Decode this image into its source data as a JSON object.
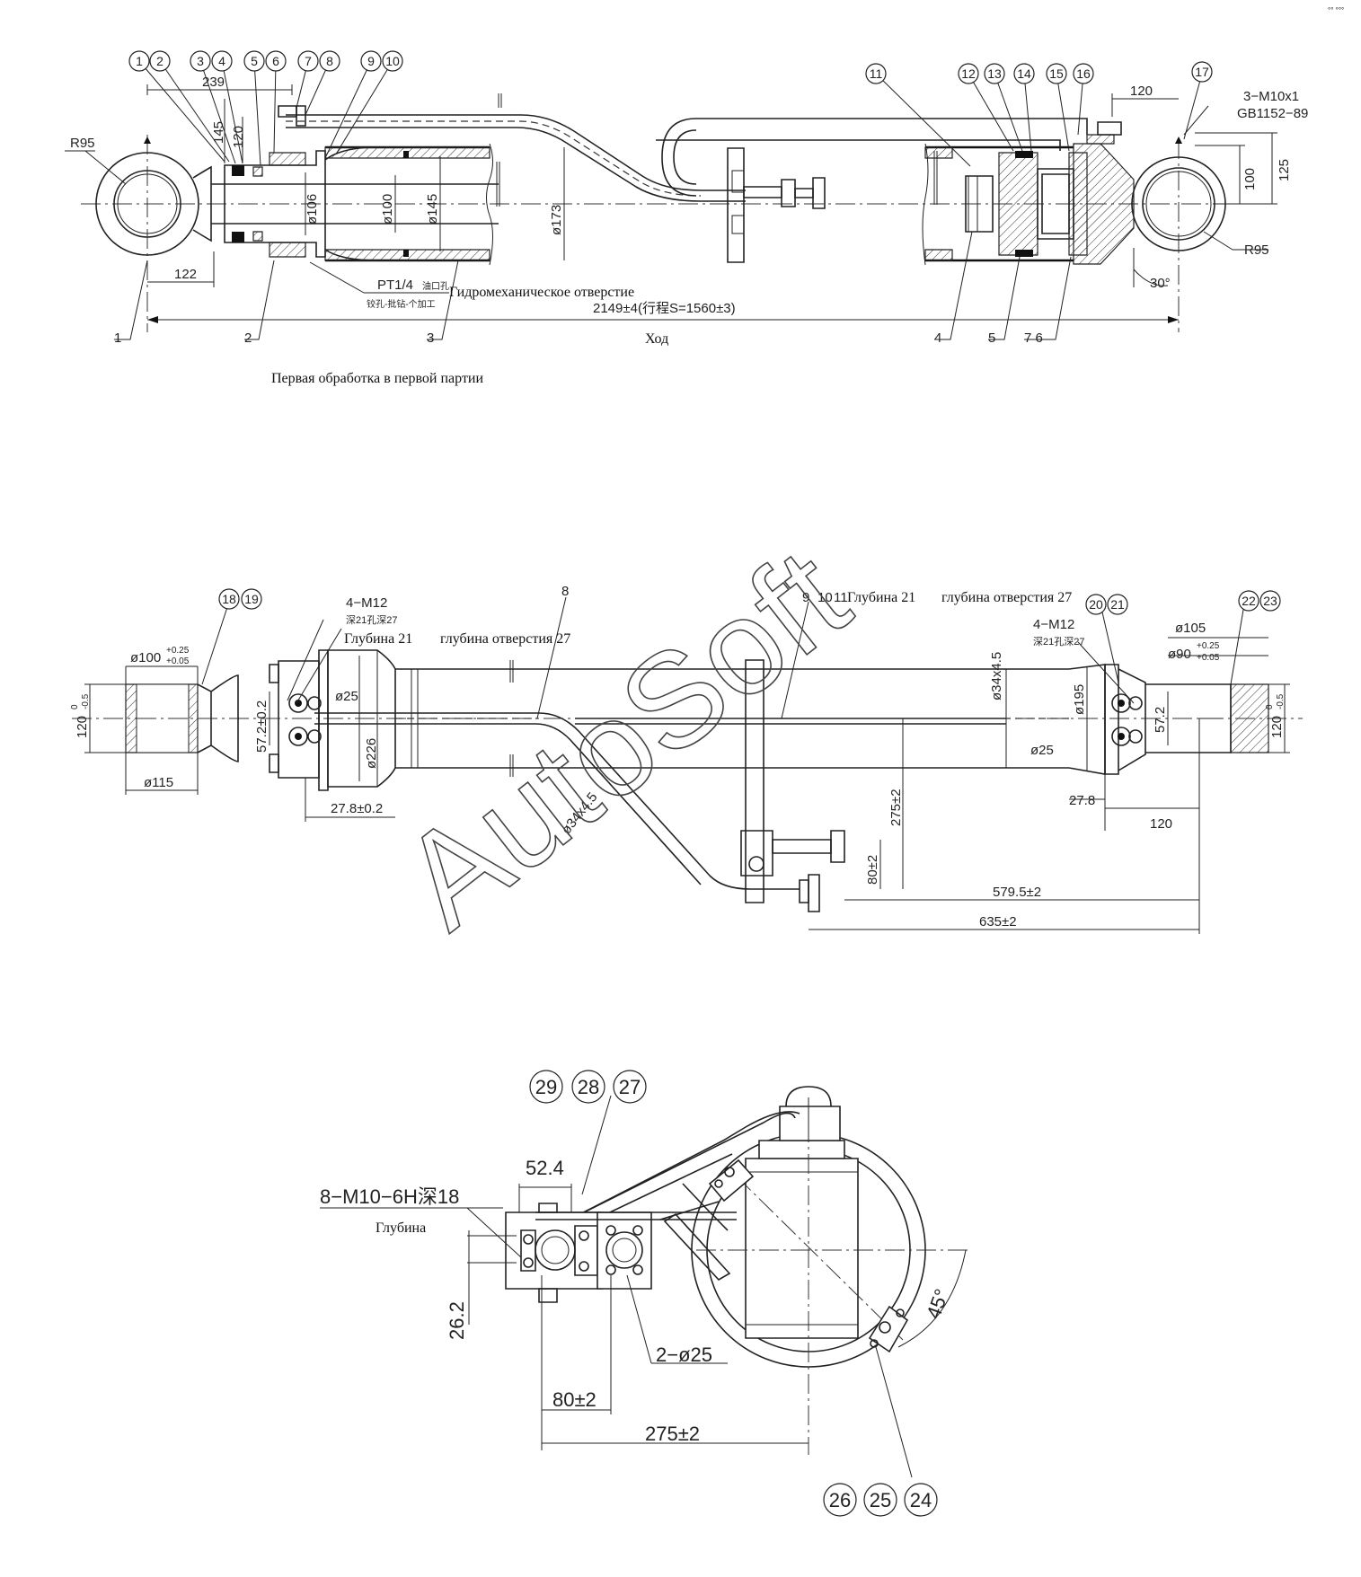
{
  "view_top": {
    "bubbles": [
      "1",
      "2",
      "3",
      "4",
      "5",
      "6",
      "7",
      "8",
      "9",
      "10",
      "11",
      "12",
      "13",
      "14",
      "15",
      "16",
      "17"
    ],
    "leaders": [
      "1",
      "2",
      "3",
      "4",
      "5",
      "7 6"
    ],
    "dims": {
      "d239": "239",
      "d145v": "145",
      "d120v": "120",
      "r95_left": "R95",
      "r95_right": "R95",
      "d122": "122",
      "phi106": "ø106",
      "phi100": "ø100",
      "phi145": "ø145",
      "phi173": "ø173",
      "d120_top": "120",
      "thread": "3−M10x1",
      "gb": "GB1152−89",
      "d100v": "100",
      "d125v": "125",
      "angle30": "30°",
      "port": "PT1/4",
      "port_cn_top": "油口孔",
      "port_cn_bot": "铰孔-批钻-个加工",
      "overall": "2149±4(行程S=1560±3)"
    },
    "ru_port": "Гидромеханическое отверстие",
    "ru_stroke": "Ход",
    "ru_note": "Первая обработка в первой партии"
  },
  "view_mid": {
    "bubbles": [
      "18",
      "19",
      "20",
      "21",
      "22",
      "23"
    ],
    "leaders": [
      "8",
      "9",
      "10",
      "11"
    ],
    "dims": {
      "phi100tol": "ø100",
      "tol_up_left": "+0.25",
      "tol_dn_left": "+0.05",
      "d120tol_left": "120",
      "tol0_left": "0",
      "tolm_left": "-0.5",
      "phi115": "ø115",
      "m12_left": "4−M12",
      "cn_left": "深21孔深27",
      "d572_left": "57.2±0.2",
      "phi25_left": "ø25",
      "phi226": "ø226",
      "d278_left": "27.8±0.2",
      "phi34_left": "ø34x4.5",
      "phi34_right": "ø34x4.5",
      "d275": "275±2",
      "d80": "80±2",
      "d5795": "579.5±2",
      "d635": "635±2",
      "phi195": "ø195",
      "m12_right": "4−M12",
      "cn_right": "深21孔深27",
      "d572_right": "57.2",
      "phi25_right": "ø25",
      "d278_right": "27.8",
      "d120_right": "120",
      "phi105": "ø105",
      "phi90tol": "ø90",
      "tol_up_right": "+0.25",
      "tol_dn_right": "+0.05",
      "d120tol_right": "120",
      "tol0_right": "0",
      "tolm_right": "-0.5"
    },
    "ru_depth_left": "Глубина 21",
    "ru_hole_left": "глубина отверстия 27",
    "ru_depth_right": "Глубина 21",
    "ru_hole_right": "глубина отверстия 27"
  },
  "view_bot": {
    "bubbles_top": [
      "29",
      "28",
      "27"
    ],
    "bubbles_bot": [
      "26",
      "25",
      "24"
    ],
    "dims": {
      "d524": "52.4",
      "thread": "8−M10−6H深18",
      "d262": "26.2",
      "holes": "2−ø25",
      "d80": "80±2",
      "d275": "275±2",
      "angle45": "45°"
    },
    "ru_depth": "Глубина"
  },
  "watermark": "AutoSoft",
  "corner_mark": "°° °°°"
}
